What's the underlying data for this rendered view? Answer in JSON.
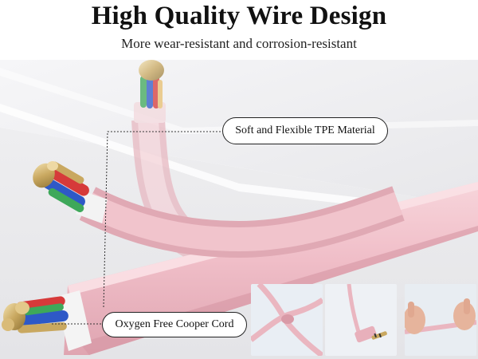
{
  "header": {
    "title": "High Quality Wire Design",
    "subtitle": "More wear-resistant and corrosion-resistant"
  },
  "callouts": {
    "material": "Soft and Flexible TPE Material",
    "conductor": "Oxygen Free Cooper Cord"
  },
  "colors": {
    "cable_pink": "#f2c3cc",
    "cable_pink_dark": "#dda1ad",
    "copper": "#c9a860",
    "wire_red": "#d63a3a",
    "wire_blue": "#2e59c7",
    "wire_green": "#3ea85a",
    "background_gray": "#e8e8eb"
  },
  "thumbnails": [
    {
      "name": "cable-knot-thumbnail"
    },
    {
      "name": "jack-plug-thumbnail"
    },
    {
      "name": "hands-bending-cable-thumbnail"
    }
  ]
}
